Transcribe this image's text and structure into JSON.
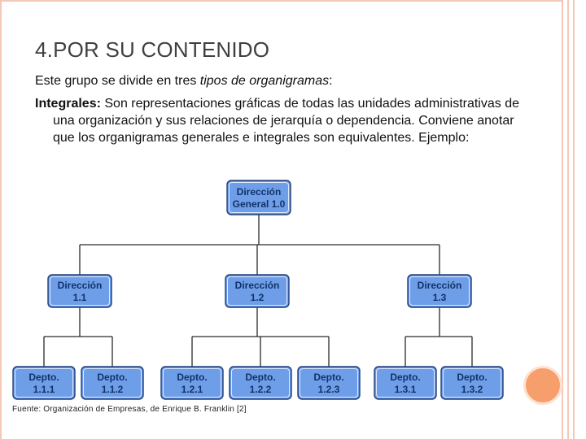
{
  "slide": {
    "title": "4.POR SU CONTENIDO",
    "intro_prefix": "Este grupo se divide en tres ",
    "intro_italic": "tipos de organigramas",
    "intro_suffix": ":",
    "integrales_label": "Integrales:",
    "integrales_text": " Son representaciones gráficas de todas las unidades administrativas de una organización y sus relaciones de jerarquía o dependencia. Conviene anotar que los organigramas generales e integrales son equivalentes. Ejemplo:",
    "source": "Fuente: Organización de Empresas, de Enrique B. Franklin [2]"
  },
  "org_chart": {
    "root": {
      "line1": "Dirección",
      "line2": "General 1.0"
    },
    "directions": [
      {
        "line1": "Dirección",
        "line2": "1.1"
      },
      {
        "line1": "Dirección",
        "line2": "1.2"
      },
      {
        "line1": "Dirección",
        "line2": "1.3"
      }
    ],
    "departments": [
      {
        "line1": "Depto.",
        "line2": "1.1.1"
      },
      {
        "line1": "Depto.",
        "line2": "1.1.2"
      },
      {
        "line1": "Depto.",
        "line2": "1.2.1"
      },
      {
        "line1": "Depto.",
        "line2": "1.2.2"
      },
      {
        "line1": "Depto.",
        "line2": "1.2.3"
      },
      {
        "line1": "Depto.",
        "line2": "1.3.1"
      },
      {
        "line1": "Depto.",
        "line2": "1.3.2"
      }
    ]
  },
  "colors": {
    "box_fill": "#6f9ee9",
    "box_border": "#1e3f78",
    "box_text": "#123267",
    "frame": "#f4c7b6",
    "accent_circle": "#f79f6c"
  }
}
